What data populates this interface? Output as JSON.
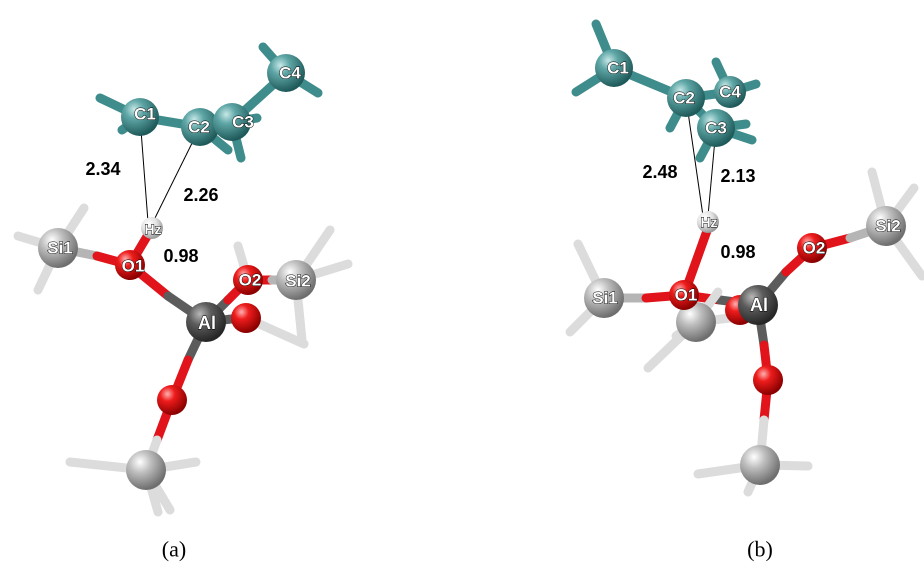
{
  "panels": [
    {
      "label": "(a)",
      "atom_labels": [
        "C1",
        "C2",
        "C3",
        "C4",
        "Hz",
        "Si1",
        "O1",
        "O2",
        "Si2",
        "Al"
      ],
      "distances": [
        "2.34",
        "2.26",
        "0.98"
      ]
    },
    {
      "label": "(b)",
      "atom_labels": [
        "C1",
        "C2",
        "C4",
        "C3",
        "Hz",
        "Si1",
        "O1",
        "O2",
        "Si2",
        "Al"
      ],
      "distances": [
        "2.48",
        "2.13",
        "0.98"
      ]
    }
  ],
  "colors": {
    "carbon": "#3f8c8c",
    "hydrogen": "#d8d8d8",
    "oxygen": "#e0141a",
    "silicon": "#b5b5b5",
    "aluminum": "#5c5c5c"
  }
}
